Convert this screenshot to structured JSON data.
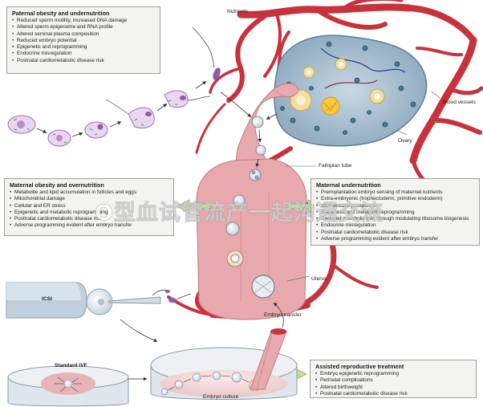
{
  "paternal": {
    "title": "Paternal obesity and undernutrition",
    "items": [
      "Reduced sperm motility, increased DNA damage",
      "Altered sperm epigenome and RNA profile",
      "Altered seminal plasma composition",
      "Reduced embryo potential",
      "Epigenetic and reprogramming",
      "Endocrine misregulation",
      "Postnatal cardiometabolic disease risk"
    ]
  },
  "maternal_obesity": {
    "title": "Maternal obesity and overnutrition",
    "items": [
      "Metabolite and lipid accumulation in follicles and eggs",
      "Mitochondrial damage",
      "Cellular and ER stress",
      "Epigenetic and metabolic reprogramming",
      "Postnatal cardiometabolic disease risk",
      "Adverse programming evident after embryo transfer"
    ]
  },
  "maternal_under": {
    "title": "Maternal undernutrition",
    "items": [
      "Preimplantation embryo sensing of maternal nutrients",
      "Extra-embryonic (trophectoderm, primitive endoderm)",
      "compensatory responses",
      "Epigenetic and metabolic reprogramming",
      "Reduced metabolic rate through modulating ribosome biogenesis",
      "Endocrine misregulation",
      "Postnatal cardiometabolic disease risk",
      "Adverse programming evident after embryo transfer"
    ]
  },
  "art": {
    "title": "Assisted reproductive treatment",
    "items": [
      "Embryo epigenetic reprogramming",
      "Perinatal complications",
      "Altered birthweight",
      "Postnatal cardiometabolic disease risk"
    ]
  },
  "labels": {
    "nutrients": "Nutrients",
    "blood_vessels": "Blood vessels",
    "ovary": "Ovary",
    "fallopian_tube": "Fallopian tube",
    "uterus": "Uterus",
    "embryo_transfer": "Embryo transfer",
    "icsi": "ICSI",
    "standard_ivf": "Standard IVF",
    "embryo_culture": "Embryo culture"
  },
  "watermark": "O型血试管流产一起沟通交流",
  "colors": {
    "vessel": "#c8323c",
    "tube": "#e7a9ad",
    "box_bg": "#f3f4f1",
    "sperm": "#8e5aa8",
    "arrow": "#c5dba0"
  }
}
